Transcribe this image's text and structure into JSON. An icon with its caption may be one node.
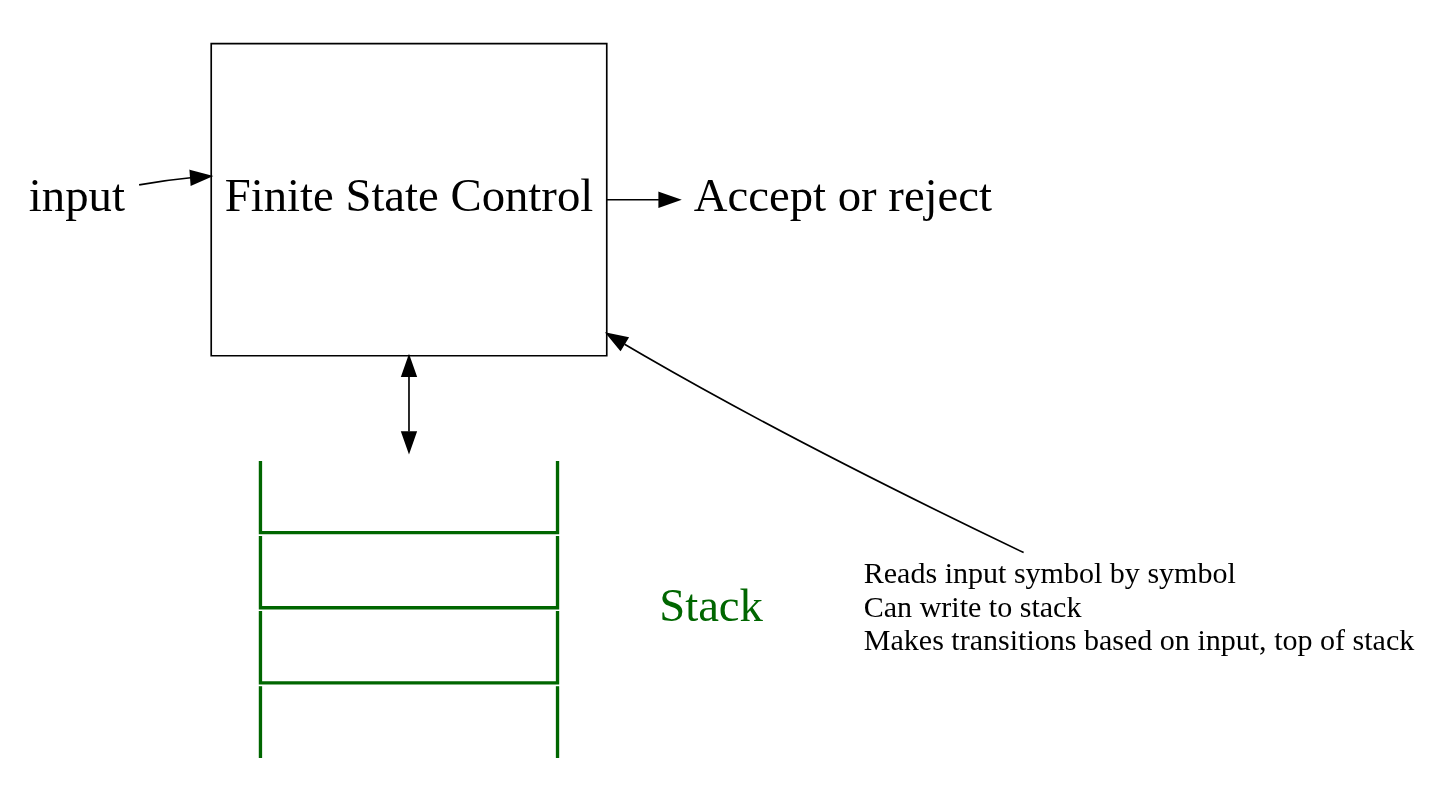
{
  "diagram": {
    "nodes": [
      {
        "text": [
          "input"
        ]
      },
      {
        "text": [
          "Finite State Control"
        ]
      },
      {
        "text": [
          "Accept or reject"
        ]
      },
      {
        "text": [],
        "shape": "box",
        "beside": [
          "Stack"
        ]
      },
      {
        "text": [
          "Reads input symbol by symbol",
          "Can write to stack",
          "Makes transitions based on input, top of stack"
        ]
      }
    ],
    "edges": [
      {
        "from": 0,
        "to": 1,
        "arrow": "to"
      },
      {
        "from": 1,
        "to": 2,
        "arrow": "to"
      },
      {
        "from": 1,
        "to": 3,
        "arrow": "both"
      },
      {
        "from": 4,
        "to": 1,
        "arrow": "to"
      }
    ]
  }
}
